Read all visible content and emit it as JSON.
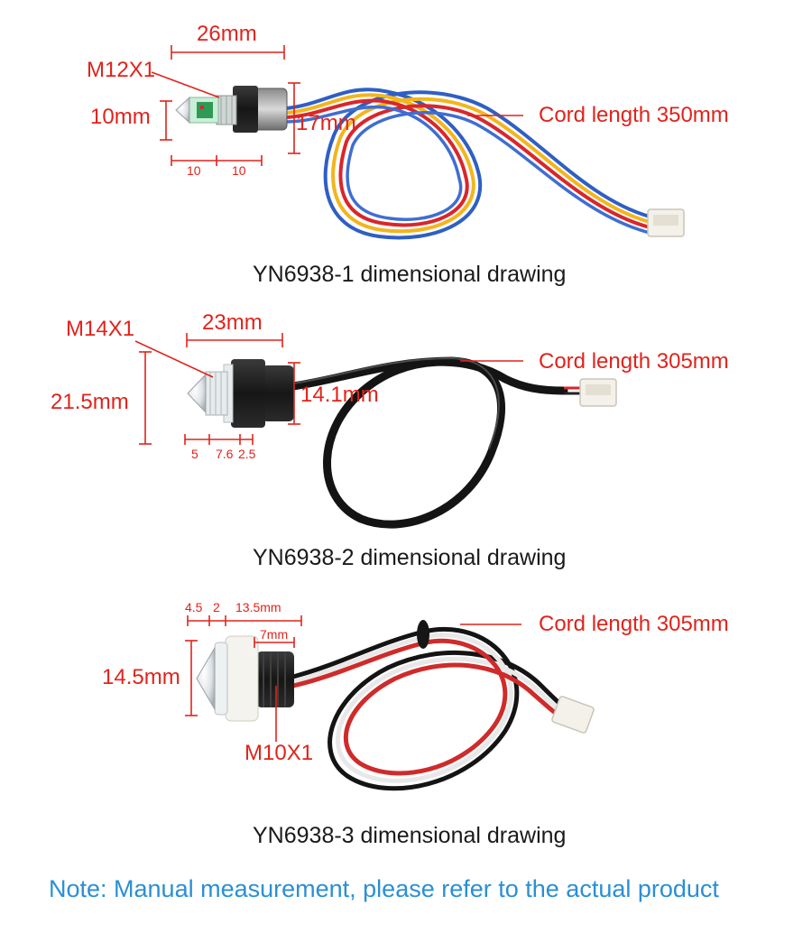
{
  "colors": {
    "dimension": "#e0231b",
    "caption": "#1a1a1a",
    "note": "#2a8fd4"
  },
  "sections": [
    {
      "caption": "YN6938-1 dimensional drawing",
      "cord_label": "Cord length 350mm",
      "thread": "M12X1",
      "width": "26mm",
      "height": "10mm",
      "body_height": "17mm",
      "segments": [
        "10",
        "10"
      ]
    },
    {
      "caption": "YN6938-2 dimensional drawing",
      "cord_label": "Cord length 305mm",
      "thread": "M14X1",
      "width": "23mm",
      "height": "21.5mm",
      "body_height": "14.1mm",
      "segments": [
        "5",
        "7.6",
        "2.5"
      ]
    },
    {
      "caption": "YN6938-3 dimensional drawing",
      "cord_label": "Cord length 305mm",
      "thread": "M10X1",
      "height": "14.5mm",
      "thread_length": "7mm",
      "segments": [
        "4.5",
        "2",
        "13.5mm"
      ]
    }
  ],
  "note": "Note: Manual measurement, please refer to the actual product"
}
